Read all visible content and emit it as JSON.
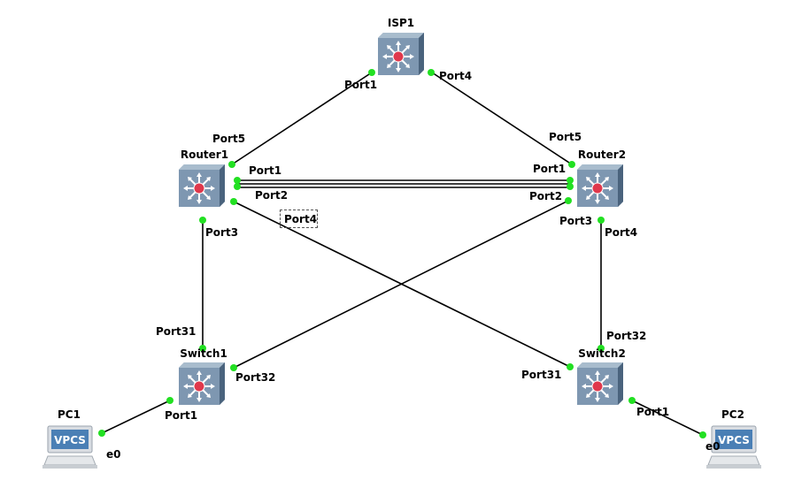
{
  "nodes": {
    "isp1": {
      "label": "ISP1",
      "icon": "multilayer-switch-icon"
    },
    "router1": {
      "label": "Router1",
      "icon": "multilayer-switch-icon"
    },
    "router2": {
      "label": "Router2",
      "icon": "multilayer-switch-icon"
    },
    "switch1": {
      "label": "Switch1",
      "icon": "multilayer-switch-icon"
    },
    "switch2": {
      "label": "Switch2",
      "icon": "multilayer-switch-icon"
    },
    "pc1": {
      "label": "PC1",
      "icon": "vpcs-computer-icon",
      "screen_text": "VPCS"
    },
    "pc2": {
      "label": "PC2",
      "icon": "vpcs-computer-icon",
      "screen_text": "VPCS"
    }
  },
  "ports": {
    "isp1_port1": "Port1",
    "isp1_port4": "Port4",
    "router1_port5": "Port5",
    "router1_port1": "Port1",
    "router1_port2": "Port2",
    "router1_port3": "Port3",
    "router1_port4": "Port4",
    "router2_port5": "Port5",
    "router2_port1": "Port1",
    "router2_port2": "Port2",
    "router2_port3": "Port3",
    "router2_port4": "Port4",
    "switch1_port31": "Port31",
    "switch1_port32": "Port32",
    "switch1_port1": "Port1",
    "switch2_port32": "Port32",
    "switch2_port31": "Port31",
    "switch2_port1": "Port1",
    "pc1_e0": "e0",
    "pc2_e0": "e0"
  },
  "colors": {
    "link": "#000000",
    "port_dot": "#22e022",
    "device_body": "#7e97b1",
    "device_center": "#e0384c",
    "vpcs_screen": "#4a7fb5"
  }
}
